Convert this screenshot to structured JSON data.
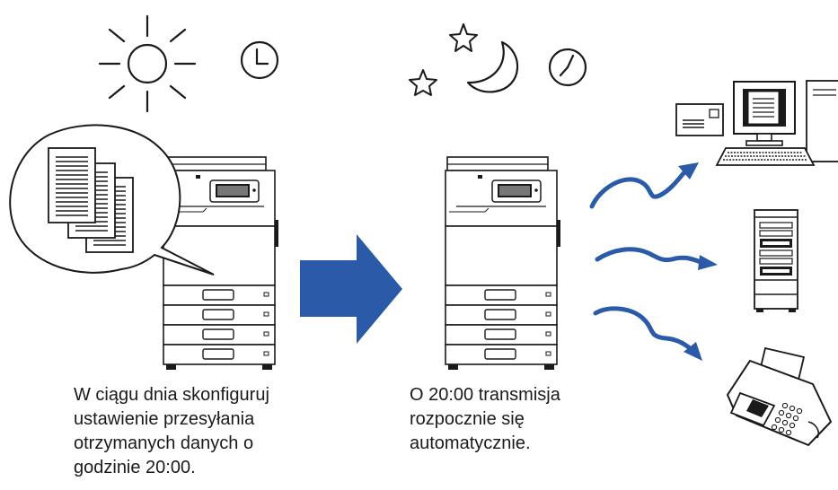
{
  "captions": {
    "daytime": [
      "W ciągu dnia skonfiguruj",
      "ustawienie przesyłania",
      "otrzymanych danych o",
      "godzinie 20:00."
    ],
    "night": [
      "O 20:00 transmisja",
      "rozpocznie się",
      "automatycznie."
    ]
  },
  "icons": {
    "day": [
      "sun-icon",
      "clock-icon"
    ],
    "night": [
      "star-icon",
      "moon-icon",
      "clock-icon"
    ],
    "destinations": [
      "computer-with-email-icon",
      "server-icon",
      "fax-icon"
    ]
  },
  "colors": {
    "arrow_blue": "#2a5aa8",
    "line": "#1a1a1a"
  }
}
